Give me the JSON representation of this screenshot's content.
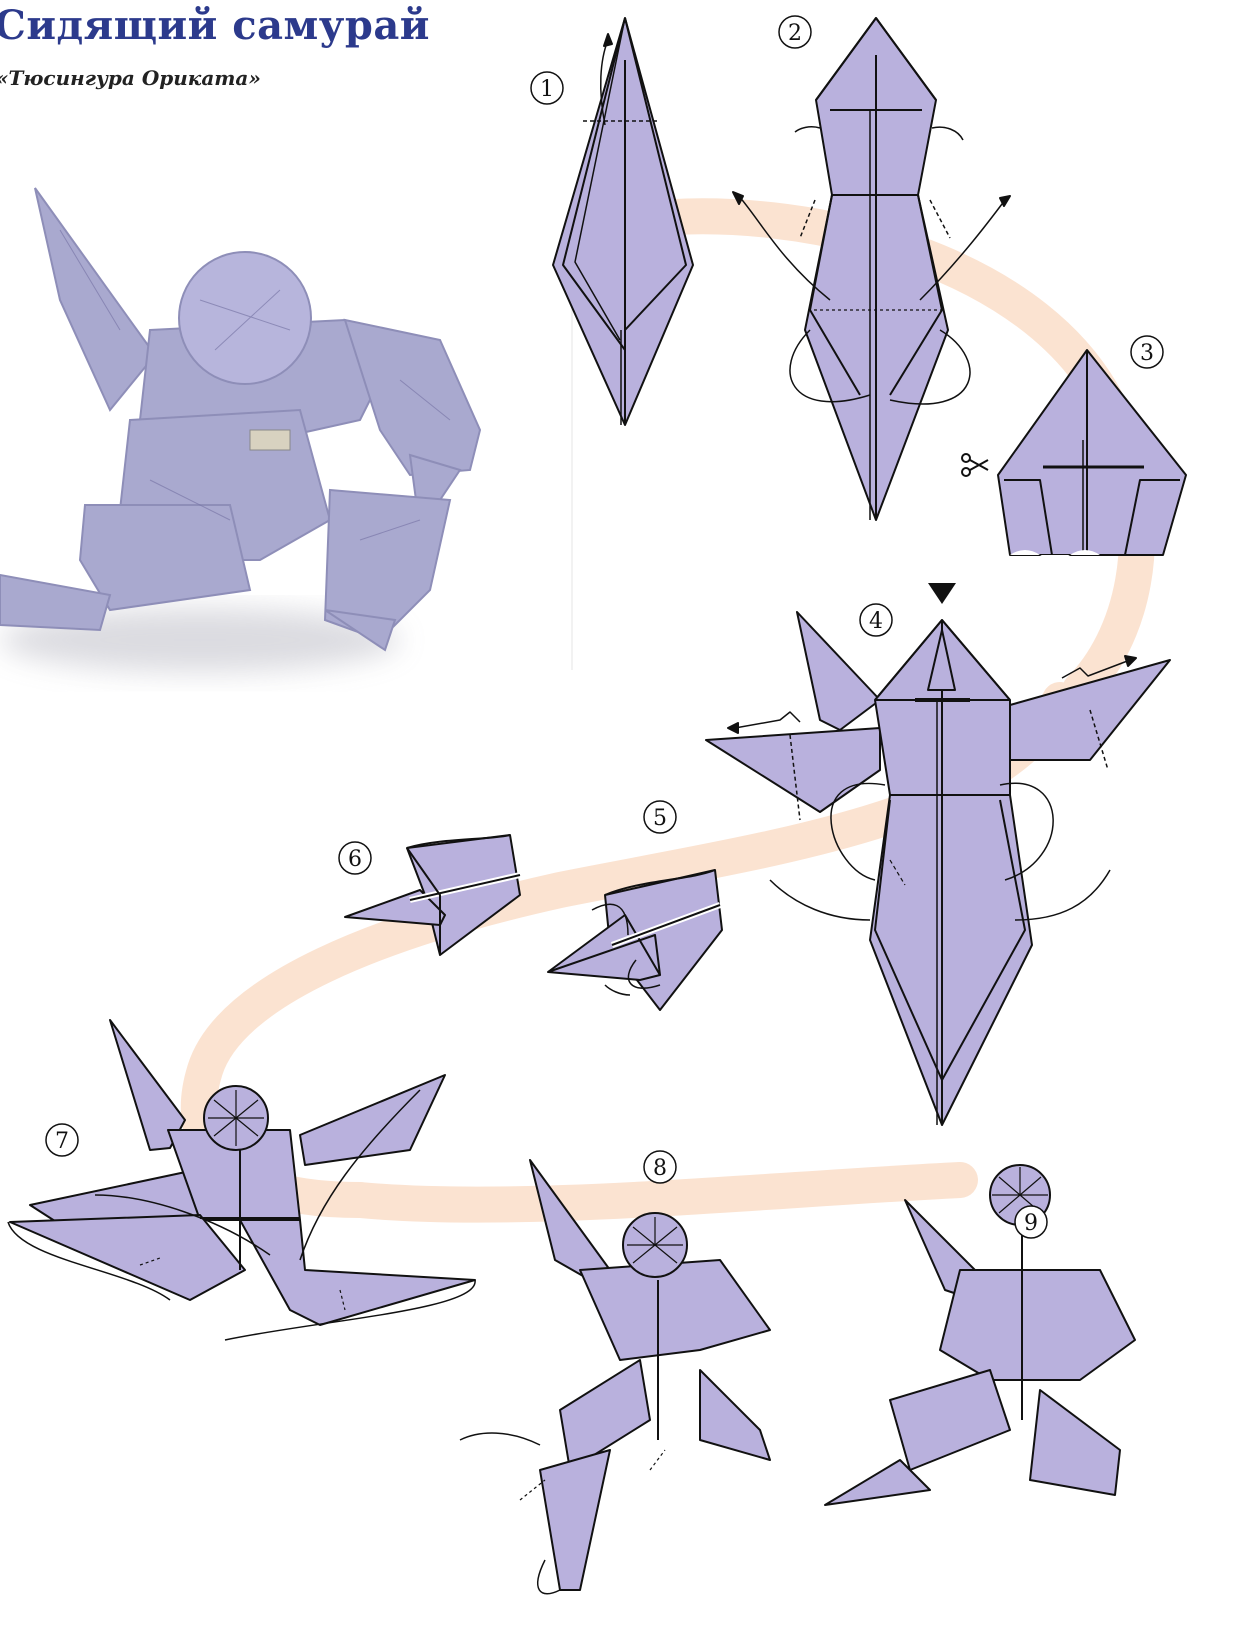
{
  "header": {
    "title": "Сидящий самурай",
    "subtitle": "«Тюсингура Орикатa»"
  },
  "colors": {
    "title": "#2c3a8c",
    "paper": "#b9b1dd",
    "photo_paper": "#a9a9cf",
    "path_band": "#fbe3d1",
    "line": "#111111"
  },
  "photo": {
    "label": "photo-of-folded-samurai"
  },
  "steps": [
    {
      "number": "1"
    },
    {
      "number": "2"
    },
    {
      "number": "3"
    },
    {
      "number": "4"
    },
    {
      "number": "5"
    },
    {
      "number": "6"
    },
    {
      "number": "7"
    },
    {
      "number": "8"
    },
    {
      "number": "9"
    }
  ],
  "icons": [
    "scissors-icon",
    "push-arrow-icon"
  ]
}
